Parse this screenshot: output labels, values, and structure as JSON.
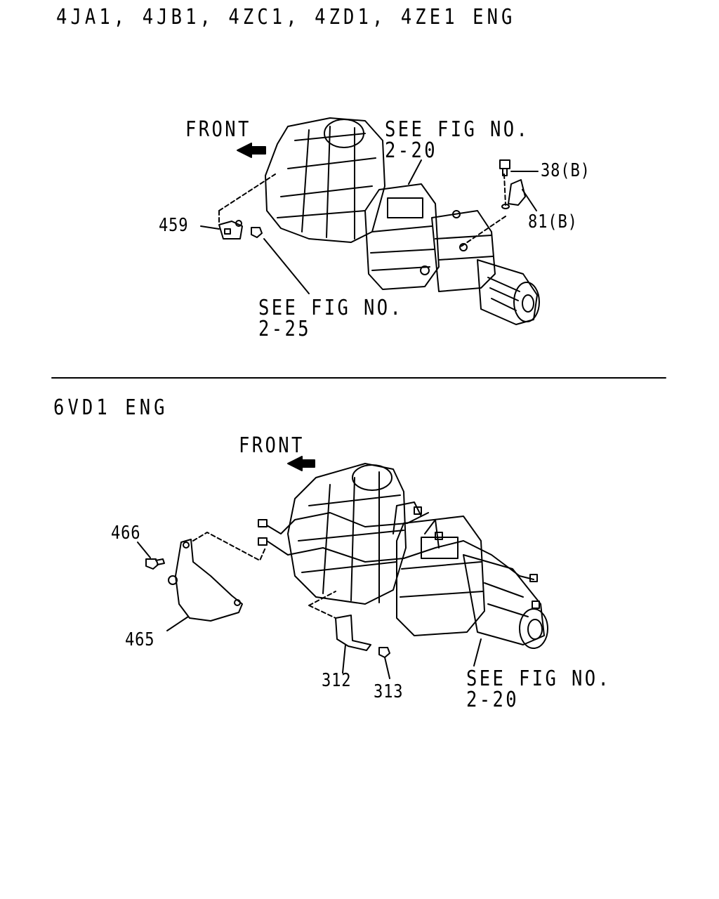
{
  "top_section": {
    "title": "4JA1, 4JB1, 4ZC1, 4ZD1, 4ZE1  ENG",
    "front_label": "FRONT",
    "see_fig_top": {
      "line1": "SEE FIG NO.",
      "line2": "2-20"
    },
    "see_fig_bottom": {
      "line1": "SEE FIG NO.",
      "line2": "2-25"
    },
    "callouts": {
      "p459": "459",
      "p38b": "38(B)",
      "p81b": "81(B)"
    }
  },
  "bottom_section": {
    "title": "6VD1  ENG",
    "front_label": "FRONT",
    "see_fig": {
      "line1": "SEE FIG NO.",
      "line2": "2-20"
    },
    "callouts": {
      "p466": "466",
      "p465": "465",
      "p312": "312",
      "p313": "313"
    }
  },
  "colors": {
    "ink": "#000000",
    "paper": "#ffffff"
  }
}
